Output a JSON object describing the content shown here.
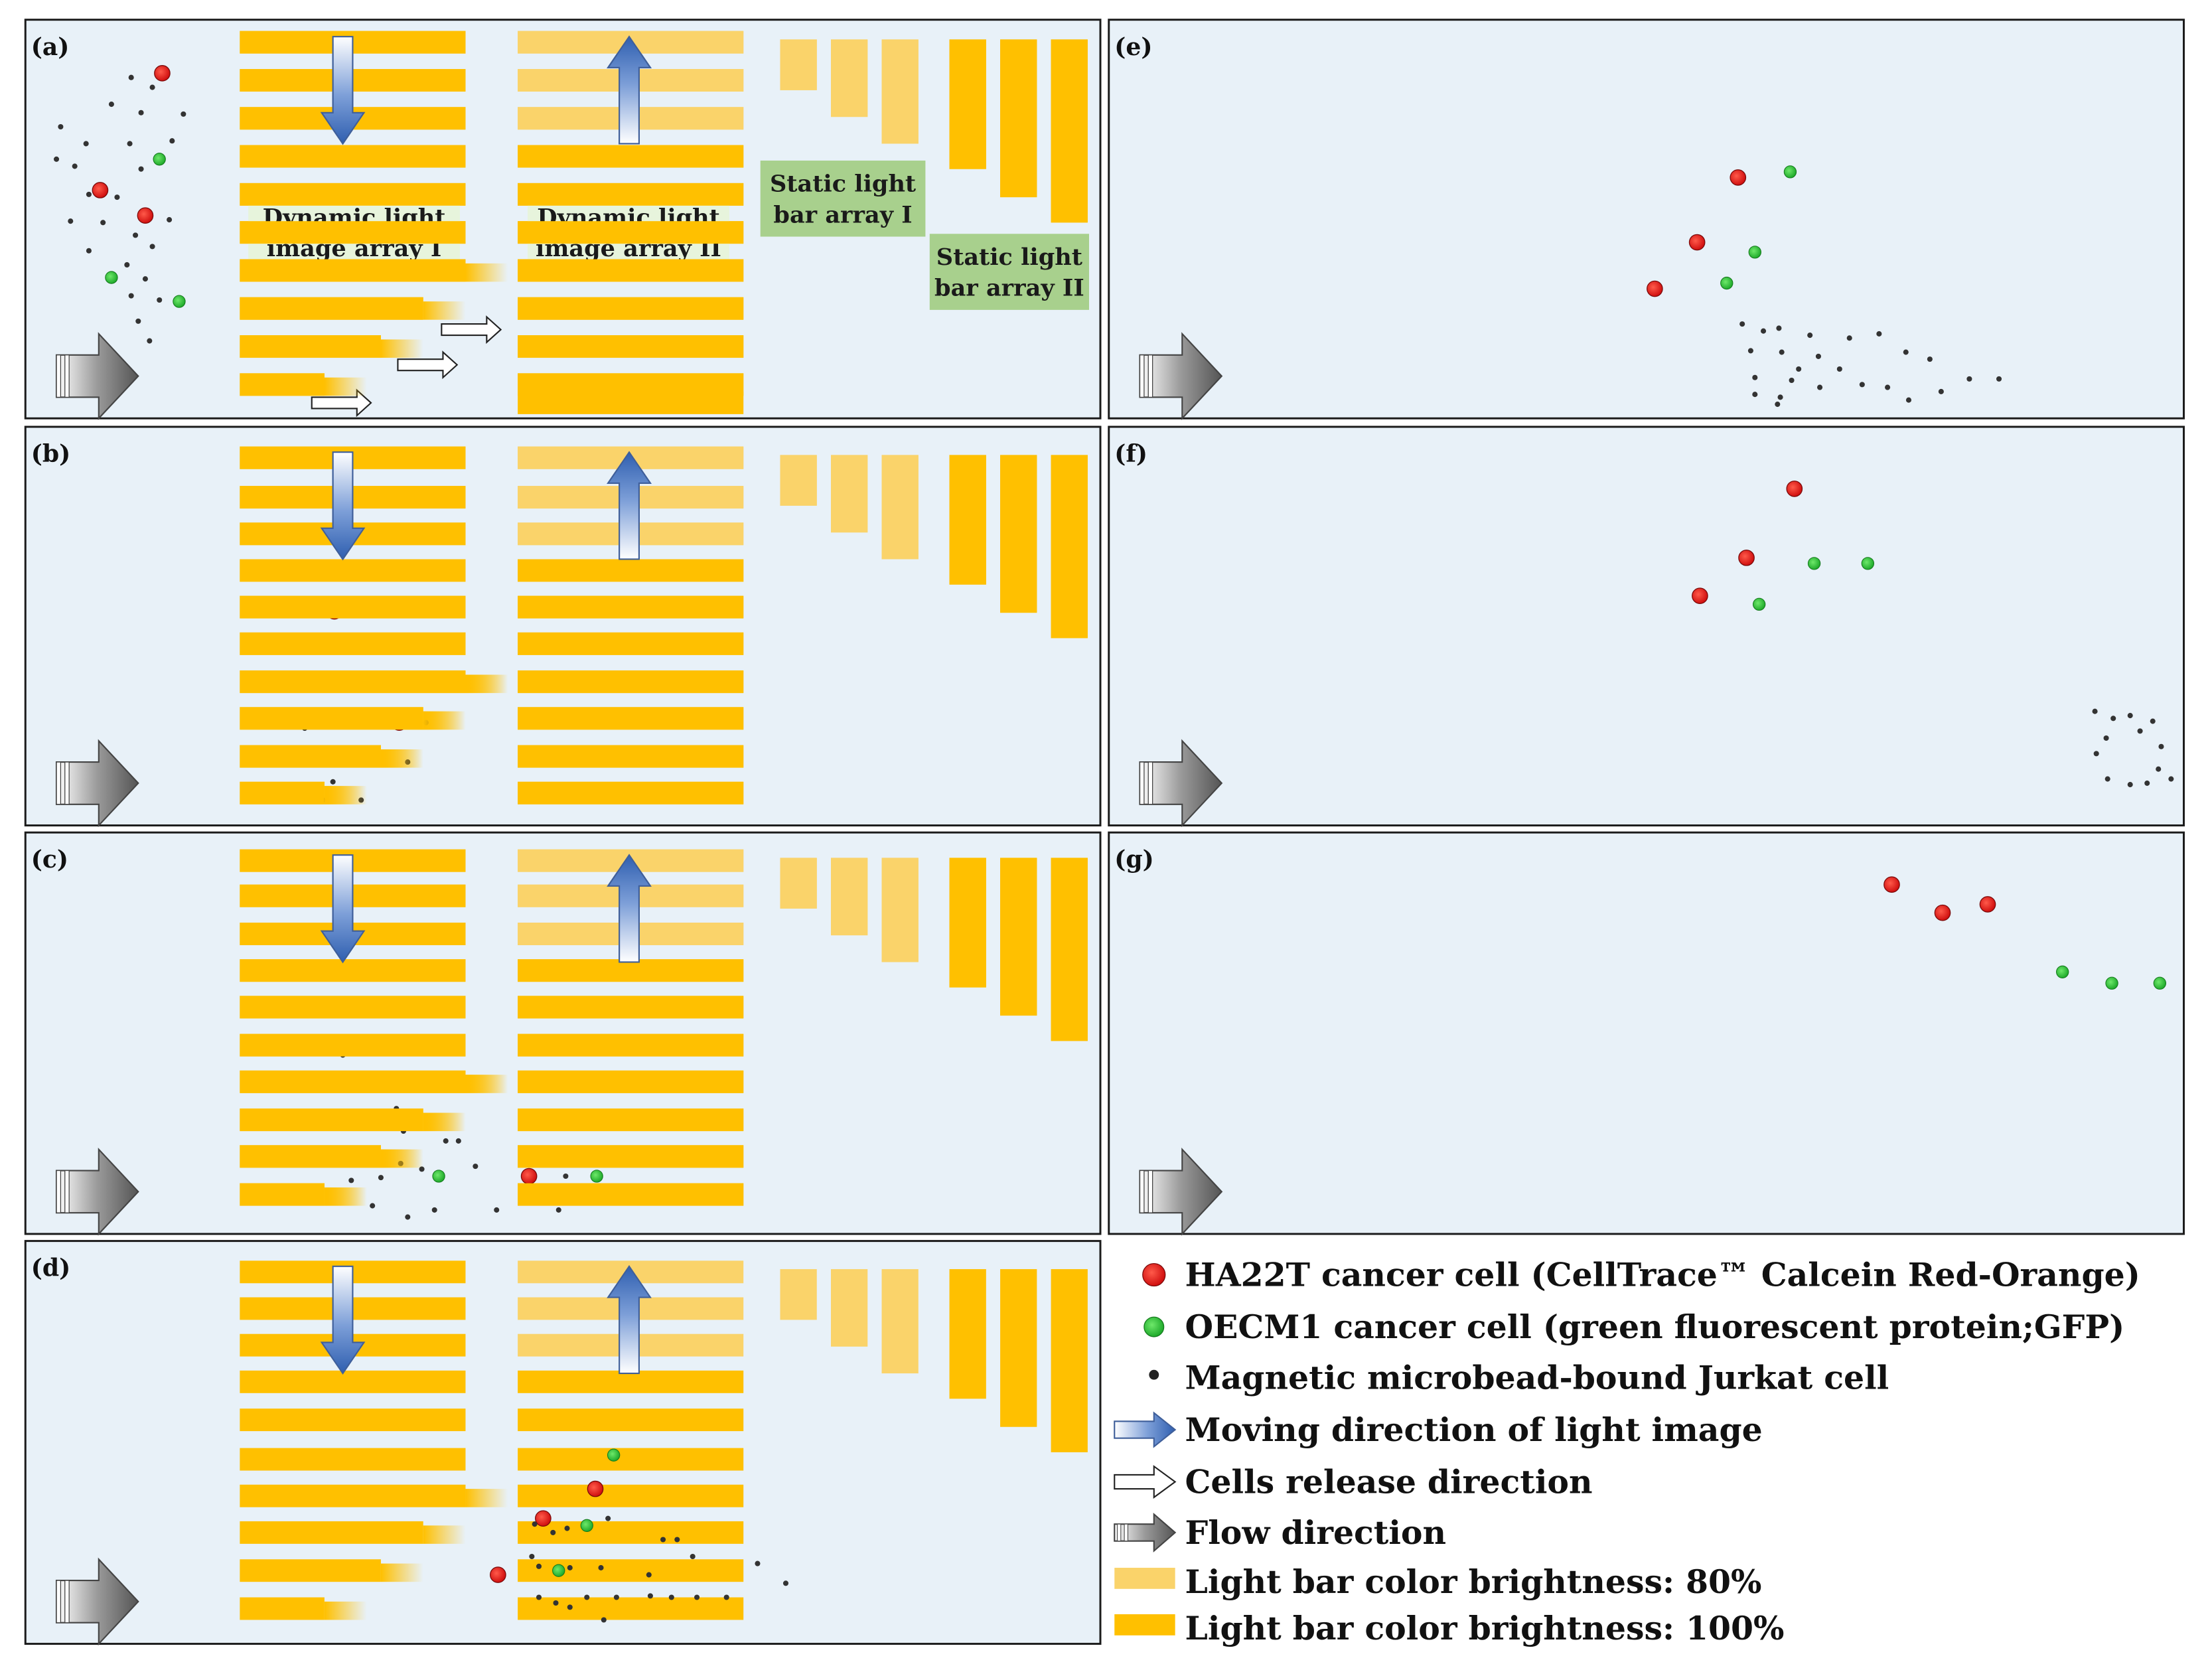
{
  "colors": {
    "background": "#e8f1f8",
    "bar_full": "#ffc000",
    "bar_80": "#fad36a",
    "label_light": "#e7f4dc",
    "label_green": "#a8d08d",
    "panel_border": "#1b1b1b",
    "red_cell": "#e81b1b",
    "green_cell": "#2ec53a",
    "black_cell": "#333333",
    "blue_arrow": "#2f5fb0"
  },
  "panels": [
    {
      "id": "a",
      "label": "(a)"
    },
    {
      "id": "b",
      "label": "(b)"
    },
    {
      "id": "c",
      "label": "(c)"
    },
    {
      "id": "d",
      "label": "(d)"
    },
    {
      "id": "e",
      "label": "(e)"
    },
    {
      "id": "f",
      "label": "(f)"
    },
    {
      "id": "g",
      "label": "(g)"
    }
  ],
  "annotations": {
    "dynamic_1": [
      "Dynamic light",
      "image array I"
    ],
    "dynamic_2": [
      "Dynamic light",
      "image array II"
    ],
    "static_1": [
      "Static light",
      "bar array I"
    ],
    "static_2": [
      "Static light",
      "bar array II"
    ]
  },
  "legend": [
    {
      "symbol": "red-dot",
      "text": "HA22T cancer cell (CellTrace™ Calcein Red-Orange)"
    },
    {
      "symbol": "green-dot",
      "text": "OECM1 cancer cell (green fluorescent protein;GFP)"
    },
    {
      "symbol": "black-dot",
      "text": "Magnetic microbead-bound Jurkat cell"
    },
    {
      "symbol": "blue-arrow",
      "text": "Moving direction of light image"
    },
    {
      "symbol": "white-arrow",
      "text": "Cells release direction"
    },
    {
      "symbol": "gray-arrow",
      "text": "Flow direction"
    },
    {
      "symbol": "bar-80",
      "text": "Light bar color brightness: 80%"
    },
    {
      "symbol": "bar-100",
      "text": "Light bar color brightness: 100%"
    }
  ]
}
